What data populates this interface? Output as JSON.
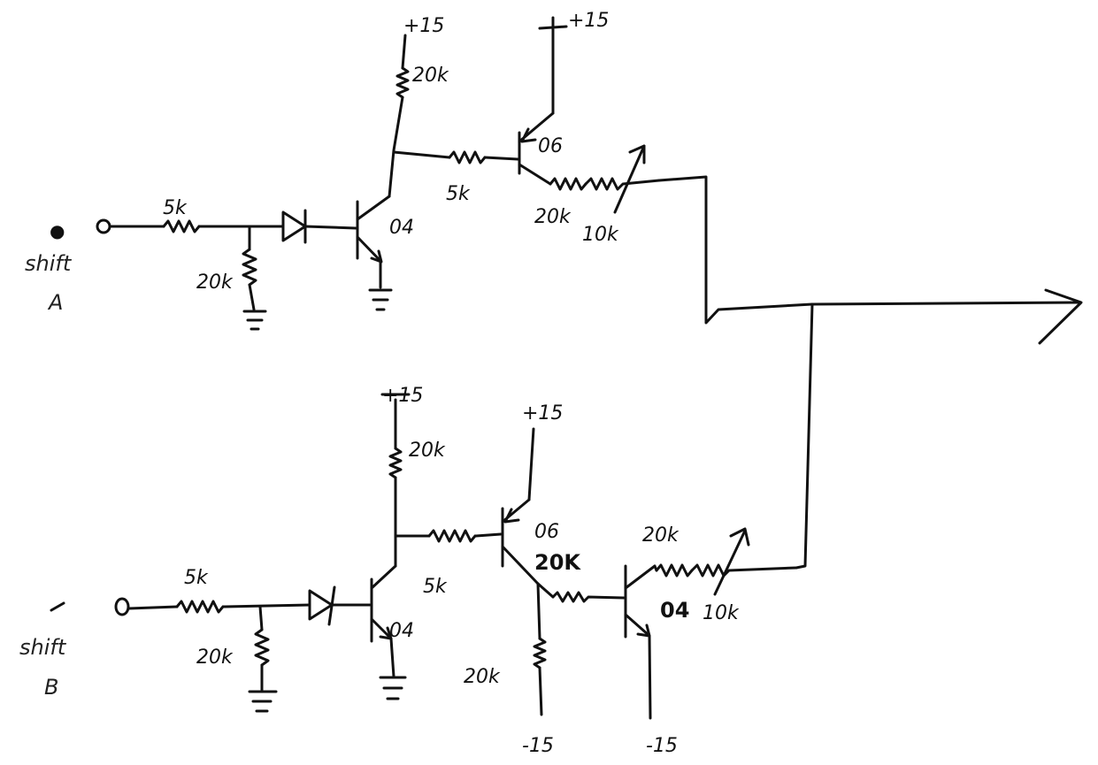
{
  "circuit_a": {
    "input_label": "shift",
    "input_id": "A",
    "input_terminal": "O",
    "r_input": "5k",
    "r_shunt": "20k",
    "q1_label": "04",
    "q1_supply": "+15",
    "q1_collector_r": "20k",
    "r_base_q2": "5k",
    "q2_label": "06",
    "q2_supply": "+15",
    "r_out": "20k",
    "pot": "10k"
  },
  "circuit_b": {
    "input_label": "shift",
    "input_id": "B",
    "input_terminal": "O",
    "r_input": "5k",
    "r_shunt": "20k",
    "q1_label": "04",
    "q1_supply": "+15",
    "q1_collector_r": "20k",
    "r_base_q2": "5k",
    "q2_label": "06",
    "q2_supply": "+15",
    "q2_emitter_r": "20k",
    "q2_neg_supply": "-15",
    "r_q2_q3": "20K",
    "q3_label": "04",
    "q3_neg_supply": "-15",
    "r_out": "20k",
    "pot": "10k"
  }
}
